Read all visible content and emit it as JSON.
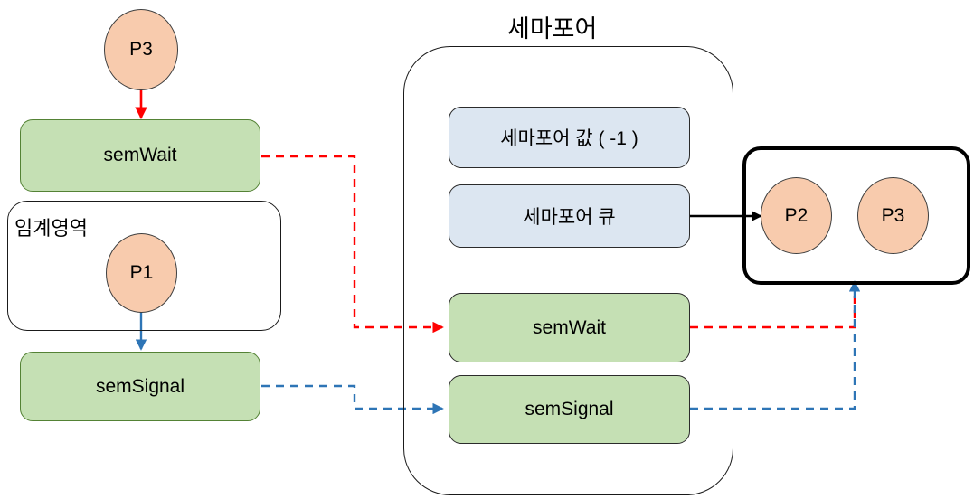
{
  "diagram": {
    "title": "세마포어",
    "critical_section_label": "임계영역",
    "left_column": {
      "process_top": "P3",
      "semwait_label": "semWait",
      "process_critical": "P1",
      "semsignal_label": "semSignal"
    },
    "semaphore": {
      "value_box": "세마포어 값 ( -1 )",
      "queue_box": "세마포어 큐",
      "semwait_label": "semWait",
      "semsignal_label": "semSignal"
    },
    "queue_holder": {
      "process_1": "P2",
      "process_2": "P3"
    },
    "colors": {
      "process_fill": "#F8CBAD",
      "process_stroke": "#3F3F3F",
      "operation_fill": "#C5E0B4",
      "operation_stroke": "#548235",
      "attribute_fill": "#DCE6F1",
      "attribute_stroke": "#2B2B2B",
      "wait_flow": "#FF0000",
      "signal_flow": "#2E75B6",
      "queue_flow": "#000000",
      "outline": "#1A1A1A"
    },
    "connectors": [
      {
        "name": "p3-to-semwait",
        "from": "P3",
        "to": "semWait (left)",
        "style": "solid",
        "color": "#FF0000"
      },
      {
        "name": "semwait-to-sem-semwait",
        "from": "semWait (left)",
        "to": "semWait (semaphore)",
        "style": "dashed",
        "color": "#FF0000"
      },
      {
        "name": "sem-semwait-to-queue-holder",
        "from": "semWait (semaphore)",
        "to": "queue holder",
        "style": "dashed",
        "color": "#FF0000"
      },
      {
        "name": "p1-to-semsignal",
        "from": "P1",
        "to": "semSignal (left)",
        "style": "solid",
        "color": "#2E75B6"
      },
      {
        "name": "semsignal-to-sem-semsignal",
        "from": "semSignal (left)",
        "to": "semSignal (semaphore)",
        "style": "dashed",
        "color": "#2E75B6"
      },
      {
        "name": "sem-semsignal-to-queue-holder",
        "from": "semSignal (semaphore)",
        "to": "queue holder",
        "style": "dashed",
        "color": "#2E75B6"
      },
      {
        "name": "queue-to-p2",
        "from": "세마포어 큐",
        "to": "P2",
        "style": "solid",
        "color": "#000000"
      }
    ]
  }
}
